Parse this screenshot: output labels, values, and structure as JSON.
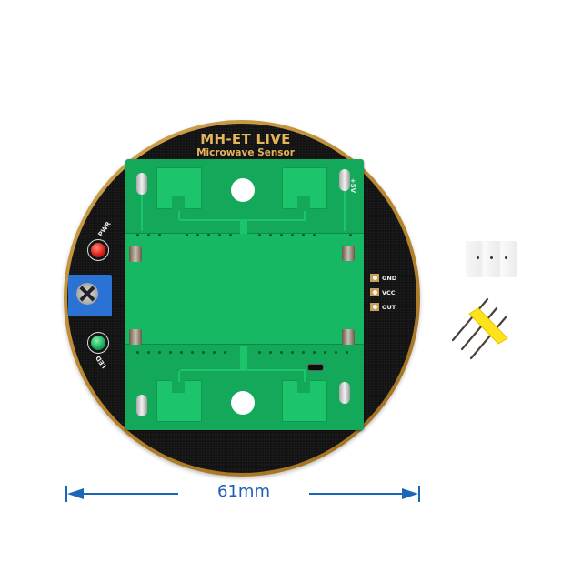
{
  "photo": {
    "subject": "Circular microwave radar sensor board with pin headers",
    "background_color": "#ffffff"
  },
  "board": {
    "title": "MH-ET LIVE",
    "subtitle": "Microwave Sensor",
    "colors": {
      "ring": "#c9973f",
      "substrate": "#121212",
      "pcb_green": "#14a85a",
      "silkscreen_text": "#e3b45c"
    },
    "labels": {
      "pwr": "PWR",
      "led": "LED",
      "plus5v": "+5V",
      "gnd_small": "GND"
    },
    "pins": [
      {
        "label": "GND"
      },
      {
        "label": "VCC"
      },
      {
        "label": "OUT"
      }
    ],
    "leds": [
      {
        "name": "PWR",
        "color": "#e0201a"
      },
      {
        "name": "LED",
        "color": "#14b45a"
      }
    ],
    "potentiometer_color": "#2a72d4"
  },
  "accessories": {
    "connector_color": "#f2f2f2",
    "header_color": "#ffe21a"
  },
  "dimension": {
    "label": "61mm",
    "color": "#1a66b8"
  }
}
